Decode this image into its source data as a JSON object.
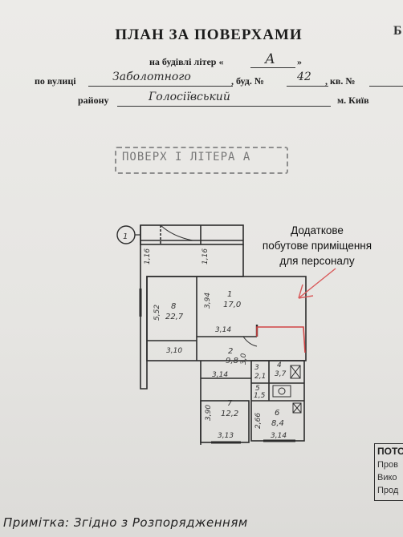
{
  "header": {
    "title": "ПЛАН ЗА ПОВЕРХАМИ",
    "corner_letter": "Б"
  },
  "building": {
    "letter_label": "на будівлі літер «",
    "letter_close": "»",
    "letter_value": "А"
  },
  "address": {
    "street_label": "по вулиці",
    "street_value": "Заболотного",
    "house_label": ", буд. №",
    "house_value": "42",
    "apt_label": ", кв. №",
    "district_label": "району",
    "district_value": "Голосіївський",
    "city_label": "м. Київ"
  },
  "floor_stamp": {
    "text": "ПОВЕРХ I ЛІТЕРА А"
  },
  "annotation": {
    "lines": [
      "Додаткове",
      "побутове приміщення",
      "для персоналу"
    ]
  },
  "plan": {
    "axis_marker": "1",
    "wall_dims": [
      "1,16",
      "1,16"
    ],
    "rooms": [
      {
        "number": "1",
        "area": "17,0",
        "dim_a": "3,94",
        "dim_b": "3,14"
      },
      {
        "number": "2",
        "area": "9,8",
        "dim_a": "3,14",
        "dim_b": "3,0"
      },
      {
        "number": "3",
        "area": "2,1"
      },
      {
        "number": "4",
        "area": "3,7"
      },
      {
        "number": "5",
        "area": "1,5"
      },
      {
        "number": "6",
        "area": "8,4",
        "dim_a": "2,66",
        "dim_b": "3,14"
      },
      {
        "number": "7",
        "area": "12,2",
        "dim_a": "3,90",
        "dim_b": "3,13"
      },
      {
        "number": "8",
        "area": "22,7",
        "dim_a": "5,52",
        "dim_b": "3,10"
      }
    ]
  },
  "stamp_box": {
    "title": "ПОТО",
    "lines": [
      "Пров",
      "Вико",
      "Прод"
    ]
  },
  "bottom_note": "Примітка: Згідно з Розпорядженням"
}
